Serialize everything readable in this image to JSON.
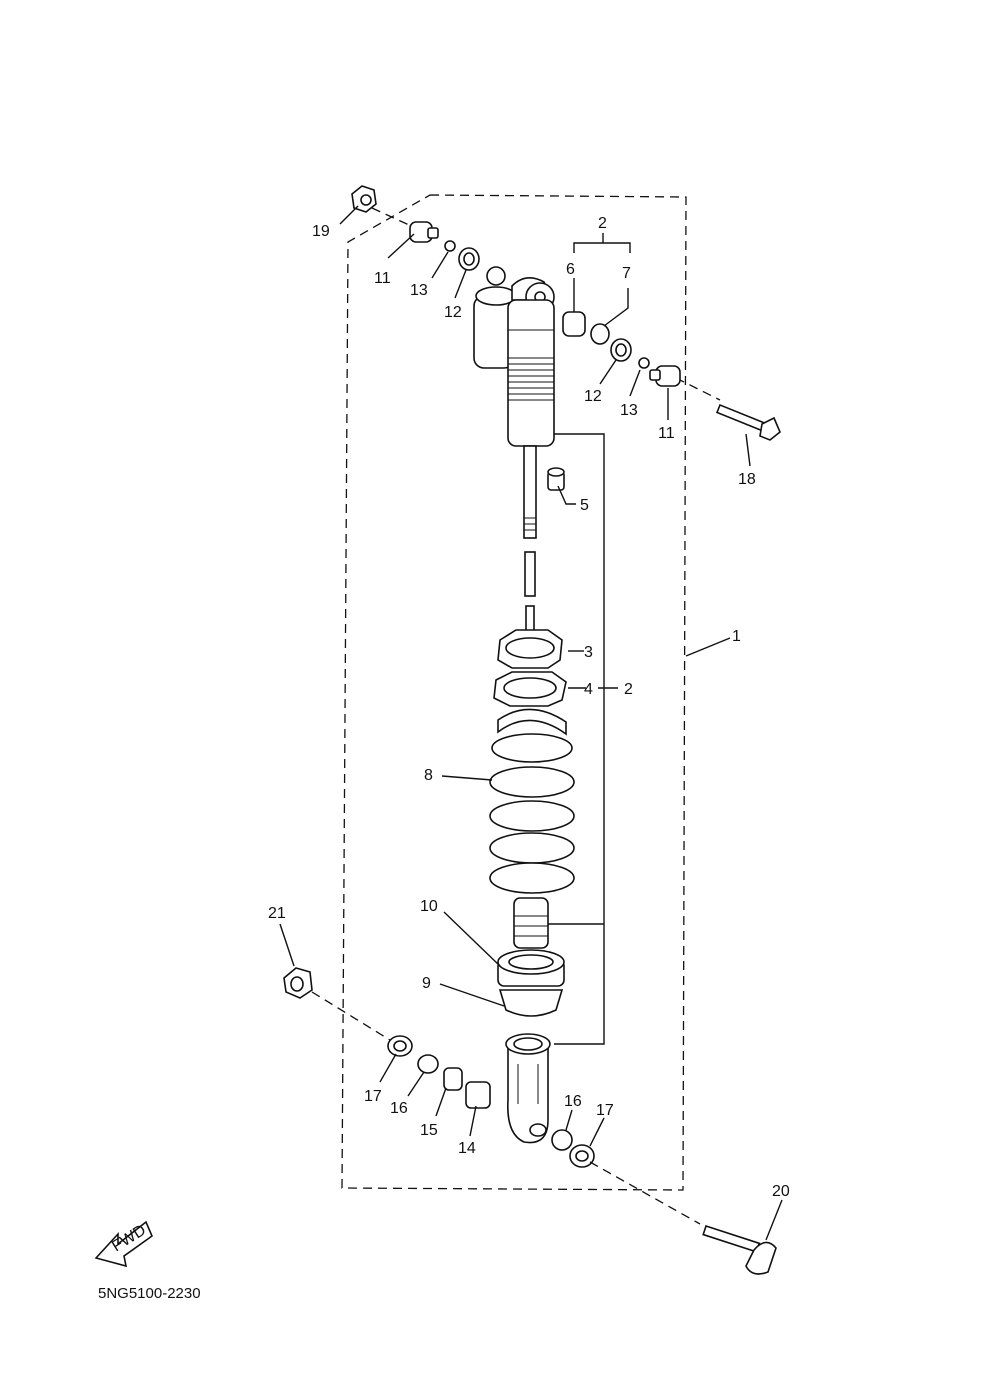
{
  "diagram": {
    "drawing_code": "5NG5100-2230",
    "fwd_label": "FWD",
    "callouts": [
      "1",
      "2",
      "2",
      "3",
      "4",
      "5",
      "6",
      "7",
      "8",
      "9",
      "10",
      "11",
      "11",
      "12",
      "12",
      "13",
      "13",
      "14",
      "15",
      "16",
      "16",
      "17",
      "17",
      "18",
      "19",
      "20",
      "21"
    ]
  }
}
